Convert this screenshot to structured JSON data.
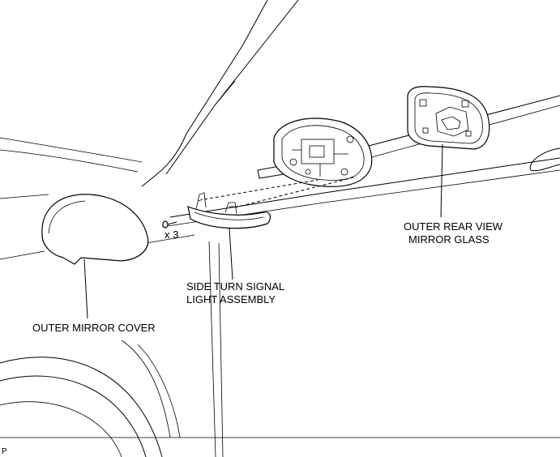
{
  "labels": {
    "outer_mirror_cover": "OUTER MIRROR COVER",
    "side_turn_signal_line1": "SIDE TURN SIGNAL",
    "side_turn_signal_line2": "LIGHT ASSEMBLY",
    "outer_rear_view_line1": "OUTER REAR VIEW",
    "outer_rear_view_line2": "MIRROR GLASS",
    "screw_quantity": "x 3",
    "corner_mark": "P"
  }
}
